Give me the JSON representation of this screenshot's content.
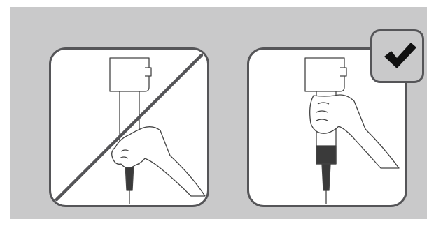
{
  "colors": {
    "panel_background": "#c9c9ca",
    "card_background": "#ffffff",
    "outline": "#555558",
    "slash": "#555558",
    "checkmark": "#111111"
  },
  "cards": [
    {
      "id": "wrong",
      "grip": "holding-filter-section",
      "status": "incorrect"
    },
    {
      "id": "right",
      "grip": "holding-handle-top",
      "status": "correct"
    }
  ],
  "icons": {
    "slash": "prohibited-slash",
    "badge": "checkmark"
  }
}
